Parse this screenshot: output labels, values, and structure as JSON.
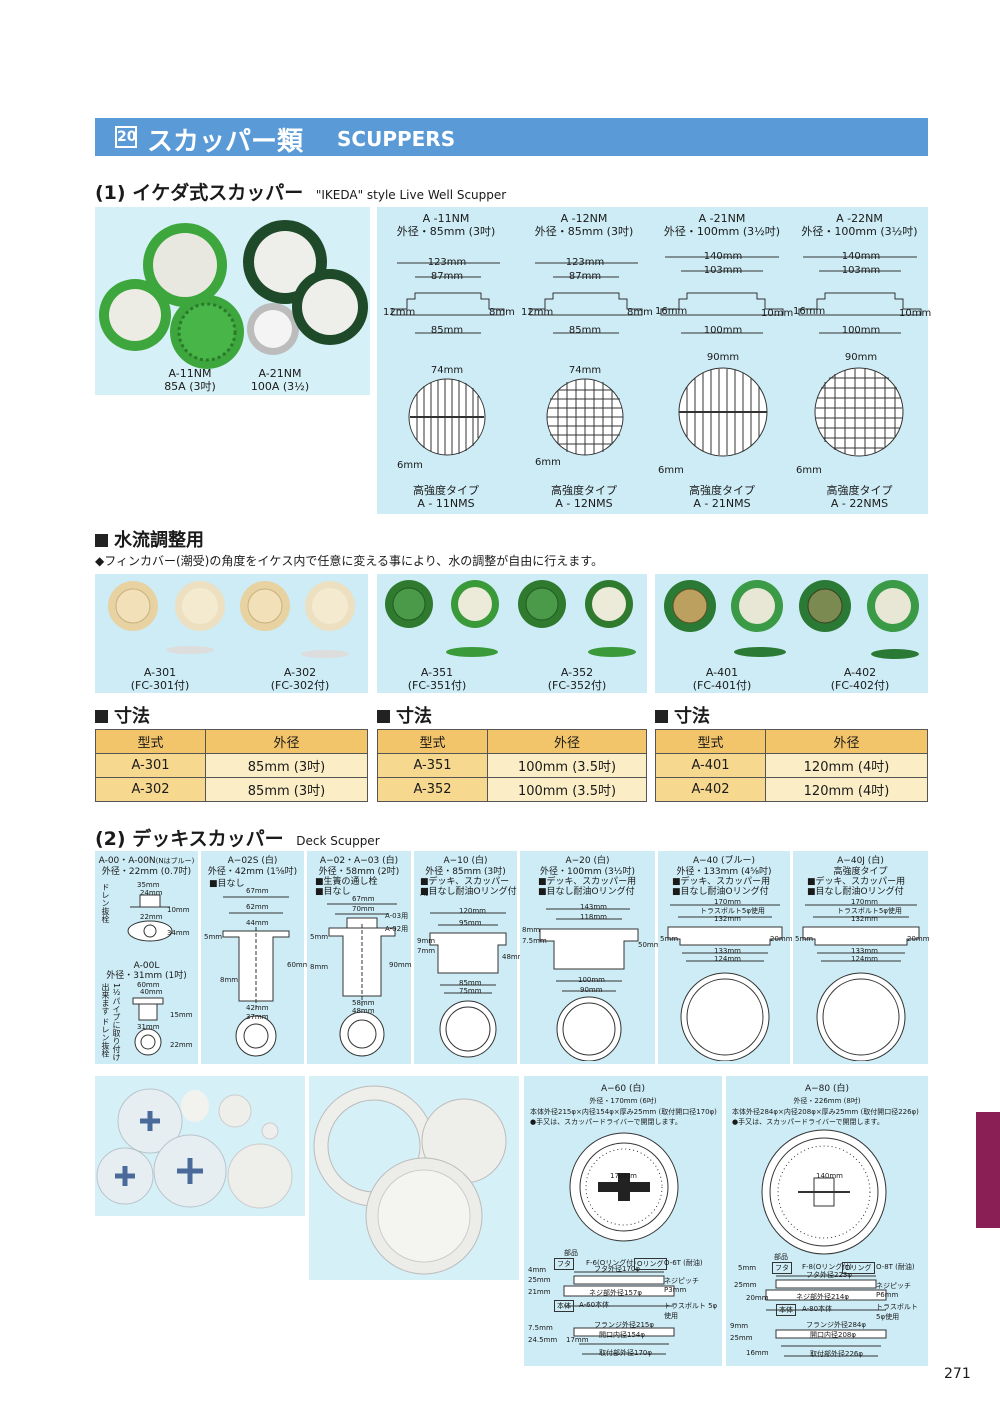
{
  "header": {
    "number": "20",
    "title_jp": "スカッパー類",
    "title_en": "SCUPPERS"
  },
  "section1": {
    "title": "(1) イケダ式スカッパー",
    "subtitle": "\"IKEDA\" style Live Well Scupper",
    "photo_labels": [
      {
        "model": "A-11NM",
        "size": "85A (3吋)"
      },
      {
        "model": "A-21NM",
        "size": "100A (3½)"
      }
    ],
    "drawings": [
      {
        "model": "A -11NM",
        "diameter": "外径・85mm (3吋)",
        "dims": [
          "123mm",
          "87mm",
          "12mm",
          "8mm",
          "85mm"
        ],
        "grate": [
          "74mm",
          "6mm"
        ],
        "type": "高強度タイプ",
        "type_model": "A - 11NMS"
      },
      {
        "model": "A -12NM",
        "diameter": "外径・85mm (3吋)",
        "dims": [
          "123mm",
          "87mm",
          "12mm",
          "8mm",
          "85mm"
        ],
        "grate": [
          "74mm",
          "6mm"
        ],
        "type": "高強度タイプ",
        "type_model": "A - 12NMS"
      },
      {
        "model": "A -21NM",
        "diameter": "外径・100mm (3½吋)",
        "dims": [
          "140mm",
          "103mm",
          "16mm",
          "10mm",
          "100mm"
        ],
        "grate": [
          "90mm",
          "6mm"
        ],
        "type": "高強度タイプ",
        "type_model": "A - 21NMS"
      },
      {
        "model": "A -22NM",
        "diameter": "外径・100mm (3½吋)",
        "dims": [
          "140mm",
          "103mm",
          "16mm",
          "10mm",
          "100mm"
        ],
        "grate": [
          "90mm",
          "6mm"
        ],
        "type": "高強度タイプ",
        "type_model": "A - 22NMS"
      }
    ]
  },
  "flow": {
    "title": "水流調整用",
    "note": "◆フィンカバー(潮受)の角度をイケス内で任意に変える事により、水の調整が自由に行えます。",
    "groups": [
      {
        "items": [
          {
            "model": "A-301",
            "sub": "(FC-301付)"
          },
          {
            "model": "A-302",
            "sub": "(FC-302付)"
          }
        ],
        "color": "#f0d9a8"
      },
      {
        "items": [
          {
            "model": "A-351",
            "sub": "(FC-351付)"
          },
          {
            "model": "A-352",
            "sub": "(FC-352付)"
          }
        ],
        "color": "#3a9a3a"
      },
      {
        "items": [
          {
            "model": "A-401",
            "sub": "(FC-401付)"
          },
          {
            "model": "A-402",
            "sub": "(FC-402付)"
          }
        ],
        "color": "#2f8a3a"
      }
    ]
  },
  "dims": {
    "title": "寸法",
    "header": [
      "型式",
      "外径"
    ],
    "tables": [
      [
        [
          "A-301",
          "85mm (3吋)"
        ],
        [
          "A-302",
          "85mm (3吋)"
        ]
      ],
      [
        [
          "A-351",
          "100mm (3.5吋)"
        ],
        [
          "A-352",
          "100mm (3.5吋)"
        ]
      ],
      [
        [
          "A-401",
          "120mm (4吋)"
        ],
        [
          "A-402",
          "120mm (4吋)"
        ]
      ]
    ]
  },
  "section2": {
    "title": "(2) デッキスカッパー",
    "subtitle": "Deck Scupper",
    "drawings": [
      {
        "model": "A-00・A-00N",
        "note_sup": "(Nはブルー)",
        "sub": "外径・22mm (0.7吋)",
        "side": "ドレン抜栓",
        "model2": "A-00L",
        "sub2": "外径・31mm (1吋)",
        "side2": "1½パイプに取り付け出来ます ドレン抜栓",
        "dims": [
          "35mm",
          "24mm",
          "22mm",
          "10mm",
          "34mm",
          "60mm",
          "40mm",
          "31mm",
          "15mm",
          "22mm"
        ]
      },
      {
        "model": "A−02S (白)",
        "sub": "外径・42mm (1⅝吋)",
        "features": [
          "■目なし"
        ],
        "dims": [
          "67mm",
          "62mm",
          "44mm",
          "5mm",
          "60mm",
          "8mm",
          "42mm",
          "37mm"
        ]
      },
      {
        "model": "A−02・A−03 (白)",
        "sub": "外径・58mm (2吋)",
        "features": [
          "■生簀の通し栓",
          "■目なし"
        ],
        "dims": [
          "67mm",
          "70mm",
          "A-03用",
          "A-02用",
          "5mm",
          "8mm",
          "90mm",
          "58mm",
          "48mm"
        ]
      },
      {
        "model": "A−10 (白)",
        "sub": "外径・85mm (3吋)",
        "features": [
          "■デッキ、スカッパー用",
          "■目なし耐油Oリング付"
        ],
        "dims": [
          "120mm",
          "95mm",
          "9mm",
          "7mm",
          "48mm",
          "85mm",
          "75mm"
        ]
      },
      {
        "model": "A−20 (白)",
        "sub": "外径・100mm (3½吋)",
        "features": [
          "■デッキ、スカッパー用",
          "■目なし耐油Oリング付"
        ],
        "dims": [
          "143mm",
          "118mm",
          "8mm",
          "7.5mm",
          "50mm",
          "100mm",
          "90mm"
        ]
      },
      {
        "model": "A−40 (ブルー)",
        "sub": "外径・133mm (4⅝吋)",
        "features": [
          "■デッキ、スカッパー用",
          "■目なし耐油Oリング付"
        ],
        "dims": [
          "170mm",
          "トラスボルト5φ使用",
          "132mm",
          "5mm",
          "20mm",
          "133mm",
          "124mm"
        ]
      },
      {
        "model": "A−40J (白)",
        "sub": "高強度タイプ",
        "features": [
          "■デッキ、スカッパー用",
          "■目なし耐油Oリング付"
        ],
        "dims": [
          "170mm",
          "トラスボルト5φ使用",
          "132mm",
          "5mm",
          "20mm",
          "133mm",
          "124mm"
        ]
      }
    ],
    "a60": {
      "model": "A−60 (白)",
      "sub": "外径・170mm (6吋)",
      "line1": "本体外径215φ×内径154φ×厚み25mm (取付開口径170φ)",
      "line2": "●手又は、スカッパードライバーで開閉します。",
      "dim_top": "170mm",
      "parts_title": "部品",
      "parts": [
        "フタ",
        "F-6(Oリング付)",
        "Oリング",
        "O-6T (耐油)"
      ],
      "labels": [
        "フタ外径170φ",
        "4mm",
        "25mm",
        "21mm",
        "ネジ部外径157φ",
        "ネジピッチ P3mm",
        "本体",
        "A-60本体",
        "トラスボルト 5φ使用",
        "フランジ外径215φ",
        "開口内径154φ",
        "取付部外径170φ",
        "7.5mm",
        "24.5mm",
        "17mm"
      ]
    },
    "a80": {
      "model": "A−80 (白)",
      "sub": "外径・226mm (8吋)",
      "line1": "本体外径284φ×内径208φ×厚み25mm (取付開口径226φ)",
      "line2": "●手又は、スカッパードライバーで開閉します。",
      "dim_top": "140mm",
      "parts_title": "部品",
      "parts": [
        "フタ",
        "F-8(Oリング付)",
        "Oリング",
        "O-8T (耐油)"
      ],
      "labels": [
        "フタ外径223φ",
        "5mm",
        "25mm",
        "20mm",
        "ネジ部外径214φ",
        "ネジピッチ P6mm",
        "本体",
        "A-80本体",
        "トラスボルト 5φ使用",
        "フランジ外径284φ",
        "開口内径208φ",
        "取付部外径226φ",
        "9mm",
        "25mm",
        "16mm"
      ]
    }
  },
  "page_number": "271",
  "colors": {
    "banner": "#5a9ad6",
    "panel": "#cdecf5",
    "table_head": "#f3c56a",
    "tab": "#8a1f55"
  }
}
